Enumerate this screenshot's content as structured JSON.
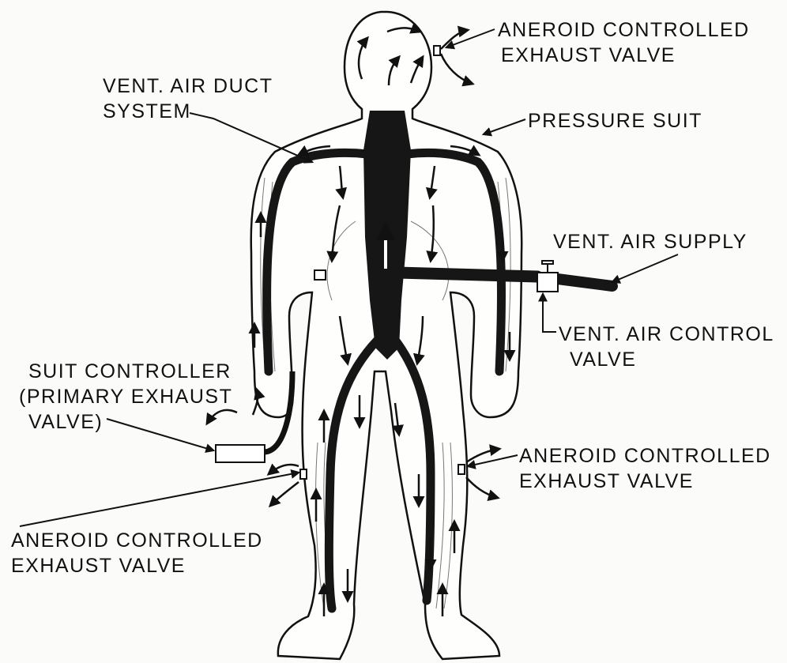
{
  "labels": {
    "aneroid_top": {
      "line1": "ANEROID CONTROLLED",
      "line2": "EXHAUST VALVE"
    },
    "vent_duct": {
      "line1": "VENT. AIR DUCT",
      "line2": "SYSTEM"
    },
    "pressure_suit": {
      "line1": "PRESSURE SUIT"
    },
    "vent_supply": {
      "line1": "VENT. AIR SUPPLY"
    },
    "vent_control": {
      "line1": "VENT. AIR CONTROL",
      "line2": "VALVE"
    },
    "suit_controller": {
      "line1": "SUIT CONTROLLER",
      "line2": "(PRIMARY EXHAUST",
      "line3": "VALVE)"
    },
    "aneroid_right_leg": {
      "line1": "ANEROID CONTROLLED",
      "line2": "EXHAUST VALVE"
    },
    "aneroid_left_leg": {
      "line1": "ANEROID CONTROLLED",
      "line2": "EXHAUST VALVE"
    }
  },
  "colors": {
    "ink": "#111111",
    "duct": "#161616",
    "paper": "#fbfbfa"
  }
}
